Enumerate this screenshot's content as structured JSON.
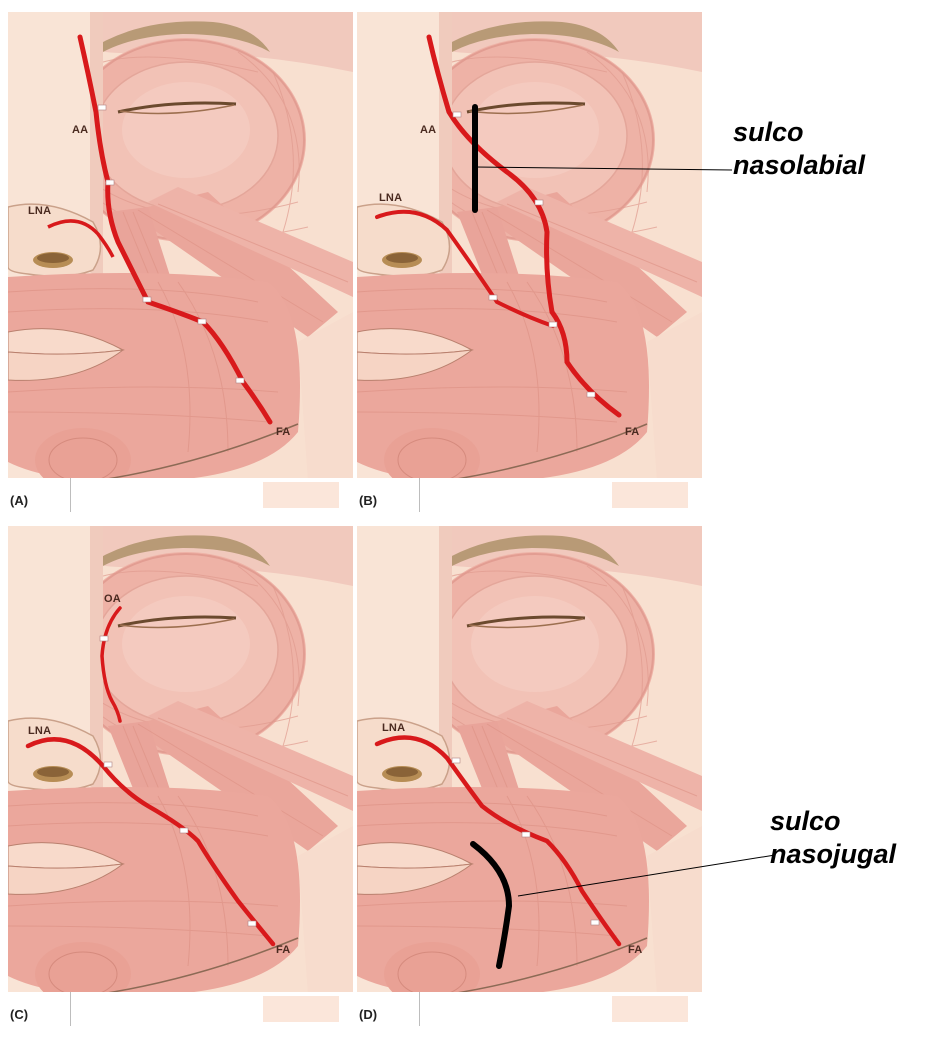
{
  "panels": [
    {
      "label": "(A)",
      "tags": {
        "aa": "AA",
        "lna": "LNA",
        "fa": "FA"
      }
    },
    {
      "label": "(B)",
      "tags": {
        "aa": "AA",
        "lna": "LNA",
        "fa": "FA"
      }
    },
    {
      "label": "(C)",
      "tags": {
        "oa": "OA",
        "lna": "LNA",
        "fa": "FA"
      }
    },
    {
      "label": "(D)",
      "tags": {
        "lna": "LNA",
        "fa": "FA"
      }
    }
  ],
  "callouts": {
    "nasolabial": {
      "line1": "sulco",
      "line2": "nasolabial"
    },
    "nasojugal": {
      "line1": "sulco",
      "line2": "nasojugal"
    }
  },
  "colors": {
    "artery": "#d8191b",
    "skin": "#f7dccb",
    "muscle": "#eba99f",
    "marker": "#000000"
  }
}
